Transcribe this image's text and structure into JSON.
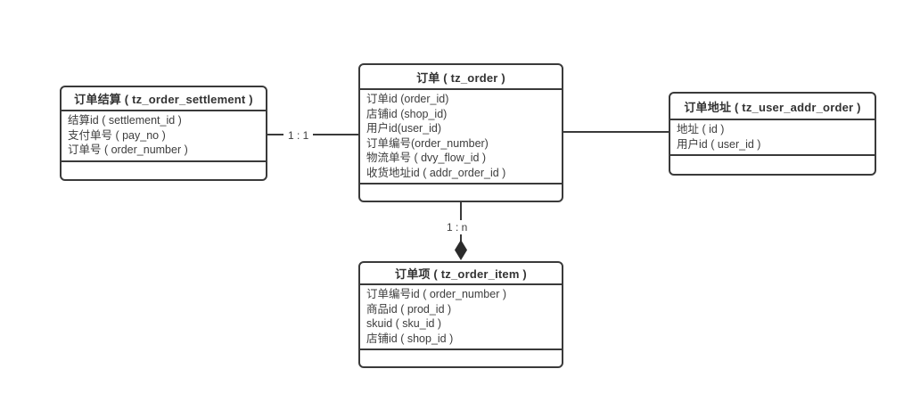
{
  "diagram": {
    "background": "#ffffff",
    "border_color": "#3a3a3a",
    "text_color": "#3d3d3d",
    "entities": [
      {
        "key": "settlement",
        "title": "订单结算 ( tz_order_settlement )",
        "fields": [
          "结算id ( settlement_id )",
          "支付单号 ( pay_no )",
          "订单号 ( order_number )"
        ]
      },
      {
        "key": "order",
        "title": "订单 ( tz_order )",
        "fields": [
          "订单id (order_id)",
          "店铺id (shop_id)",
          "用户id(user_id)",
          "订单编号(order_number)",
          "物流单号 ( dvy_flow_id )",
          "收货地址id ( addr_order_id )"
        ]
      },
      {
        "key": "addr",
        "title": "订单地址 ( tz_user_addr_order )",
        "fields": [
          "地址 ( id )",
          "用户id ( user_id )"
        ]
      },
      {
        "key": "item",
        "title": "订单项 ( tz_order_item )",
        "fields": [
          "订单编号id ( order_number )",
          "商品id ( prod_id )",
          "skuid ( sku_id )",
          "店铺id ( shop_id )"
        ]
      }
    ],
    "connectors": [
      {
        "from": "settlement",
        "to": "order",
        "label": "1 : 1",
        "arrow": "none"
      },
      {
        "from": "order",
        "to": "addr",
        "label": "",
        "arrow": "none"
      },
      {
        "from": "order",
        "to": "item",
        "label": "1 : n",
        "arrow": "filled-diamond"
      }
    ]
  }
}
